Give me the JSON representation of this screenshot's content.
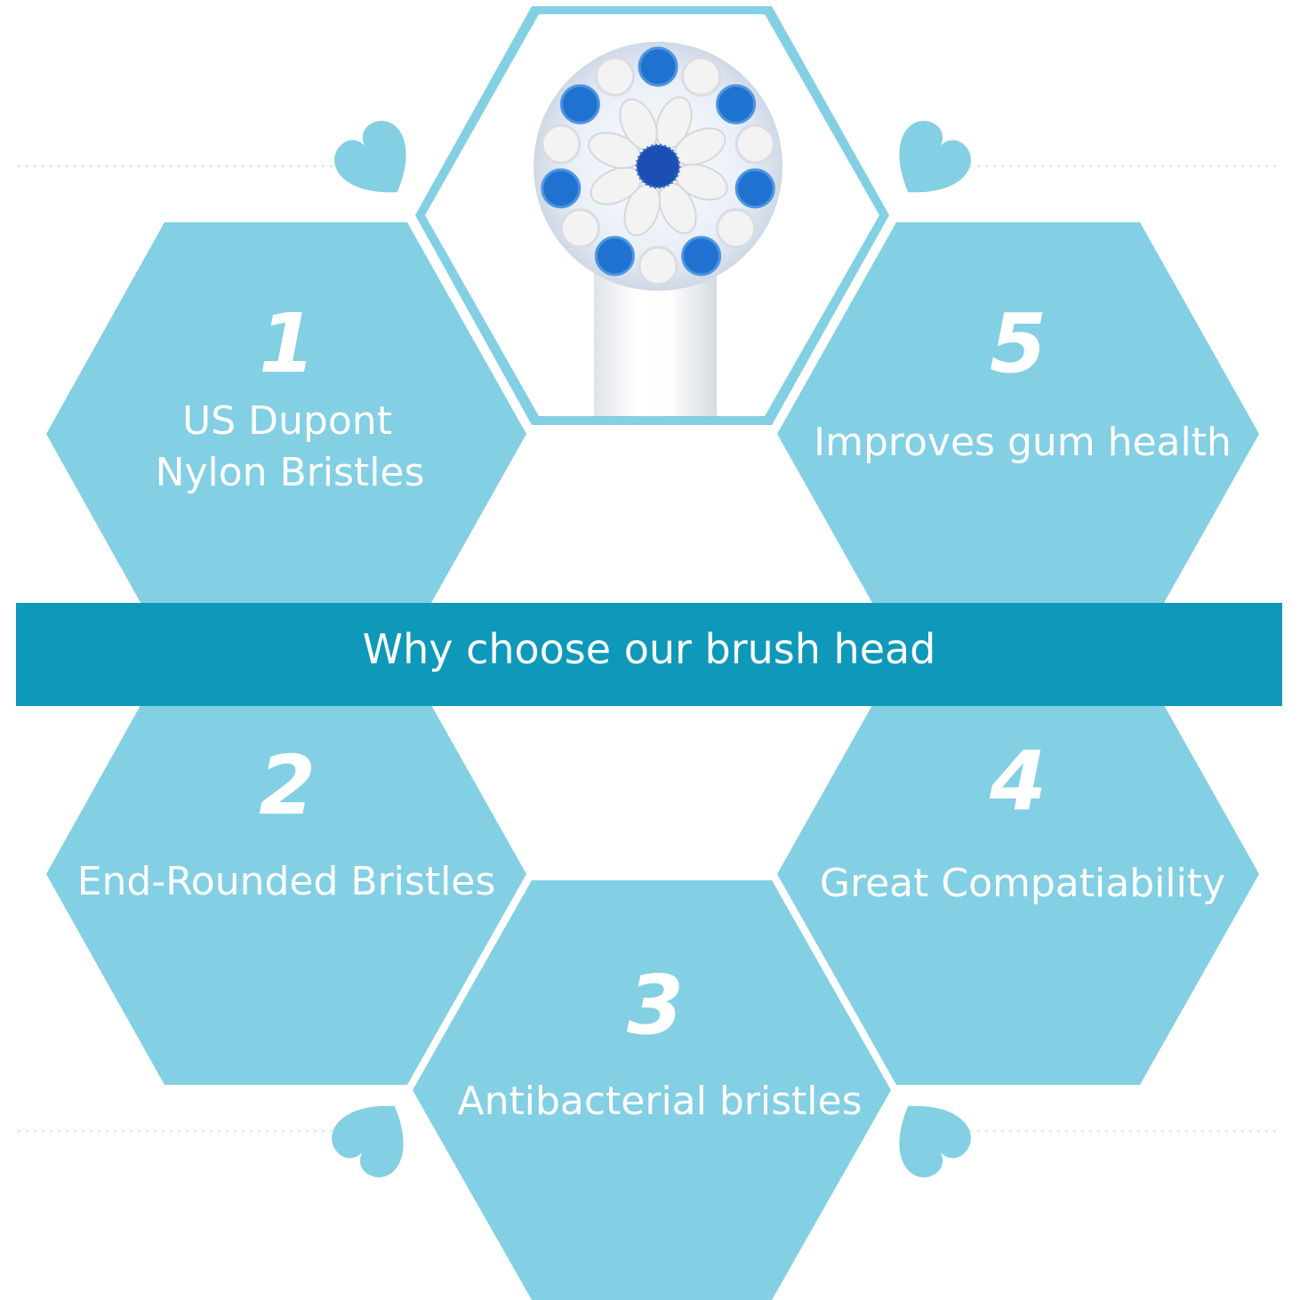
{
  "banner": {
    "title": "Why choose our brush head"
  },
  "features": [
    {
      "number": "1",
      "label_line1": "US Dupont",
      "label_line2": "Nylon Bristles"
    },
    {
      "number": "2",
      "label": "End-Rounded Bristles"
    },
    {
      "number": "3",
      "label": "Antibacterial bristles"
    },
    {
      "number": "4",
      "label": "Great Compatiability"
    },
    {
      "number": "5",
      "label": "Improves gum health"
    }
  ],
  "colors": {
    "hexagon": "#83cfe3",
    "banner": "#0e98b9",
    "background": "#ffffff",
    "bristle_blue": "#1f72cf",
    "bristle_white": "#f3f3f3"
  }
}
